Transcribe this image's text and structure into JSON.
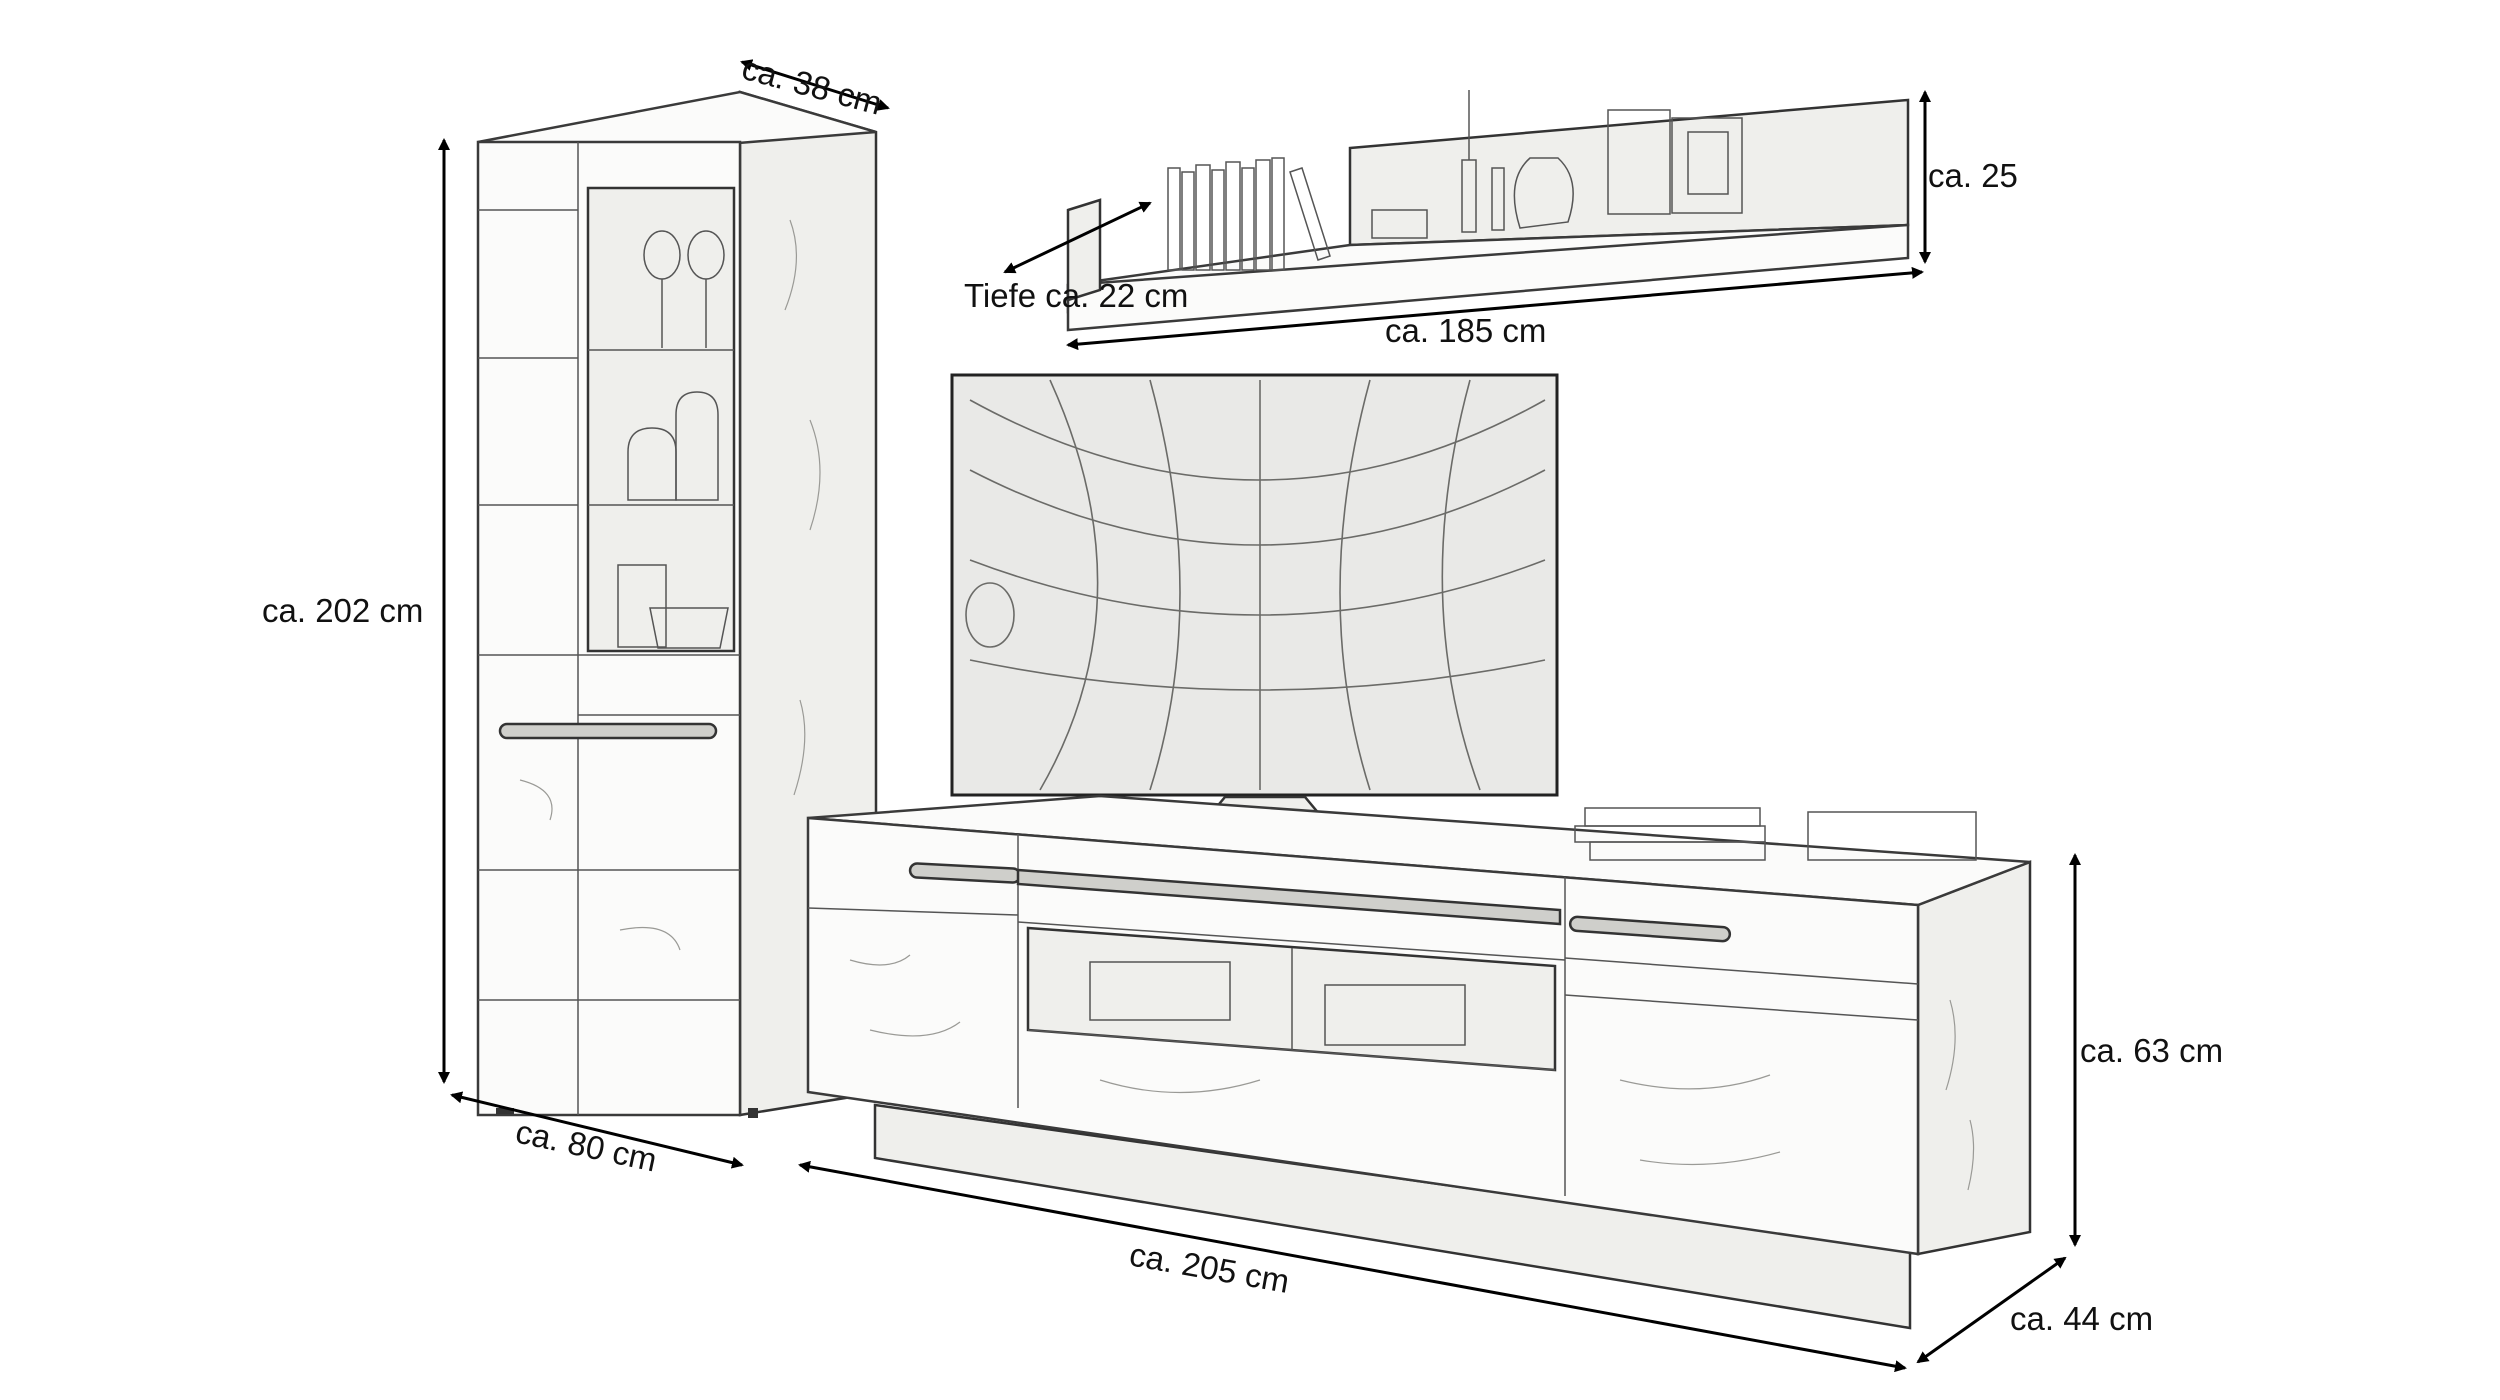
{
  "dimensions": {
    "cabinet_depth": "ca. 38 cm",
    "cabinet_height": "ca. 202 cm",
    "cabinet_width": "ca. 80 cm",
    "shelf_height": "ca. 25",
    "shelf_depth": "Tiefe ca. 22 cm",
    "shelf_width": "ca. 185 cm",
    "lowboard_height": "ca. 63 cm",
    "lowboard_width": "ca. 205 cm",
    "lowboard_depth": "ca. 44 cm"
  }
}
